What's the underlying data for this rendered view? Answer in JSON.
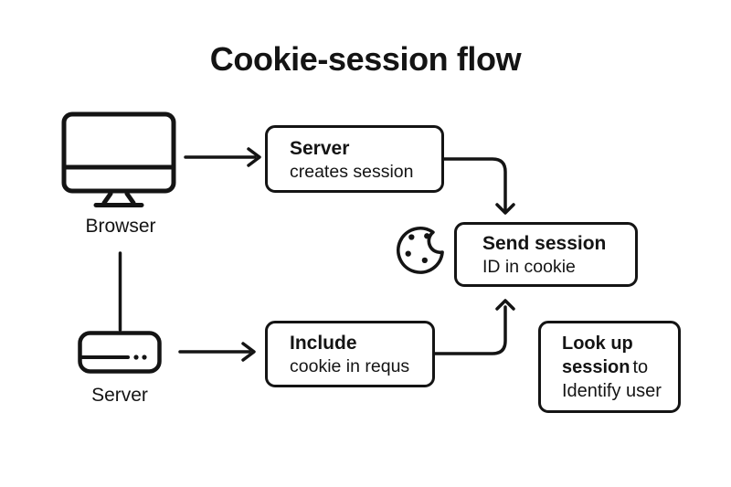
{
  "title": "Cookie-session flow",
  "colors": {
    "ink": "#141414",
    "background": "#ffffff"
  },
  "nodes": {
    "browser_label": "Browser",
    "server_label": "Server"
  },
  "boxes": {
    "create": {
      "title": "Server",
      "subtitle": "creates session"
    },
    "send": {
      "title": "Send session",
      "subtitle": "ID in cookie"
    },
    "include": {
      "title": "Include",
      "subtitle": "cookie in requs"
    },
    "lookup": {
      "line1": "Look up",
      "line2_bold": "session",
      "line2_rest": "to",
      "line3": "Identify user"
    }
  },
  "icons": {
    "browser": "monitor-icon",
    "server": "server-icon",
    "cookie": "cookie-icon"
  }
}
